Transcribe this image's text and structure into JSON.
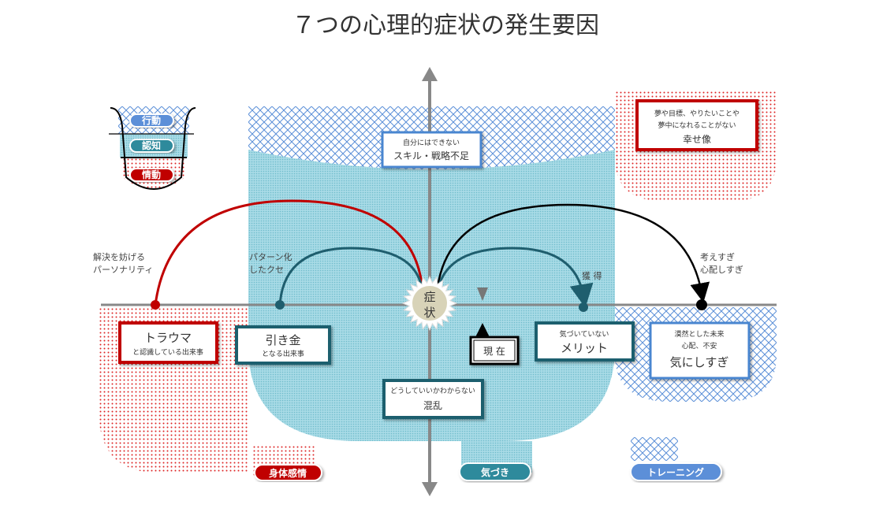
{
  "title": "７つの心理的症状の発生要因",
  "legend_cup": {
    "behavior": "行動",
    "cognition": "認知",
    "emotion": "情動"
  },
  "boxes": {
    "skill": {
      "sub": "自分にはできない",
      "main": "スキル・戦略不足"
    },
    "happiness": {
      "sub1": "夢や目標、やりたいことや",
      "sub2": "夢中になれることがない",
      "main": "幸せ像"
    },
    "trauma": {
      "main": "トラウマ",
      "sub": "と認識している出来事"
    },
    "trigger": {
      "main": "引き金",
      "sub": "となる出来事"
    },
    "merit": {
      "sub": "気づいていない",
      "main": "メリット"
    },
    "worry": {
      "sub1": "漠然とした未来",
      "sub2": "心配、不安",
      "main": "気にしすぎ"
    },
    "confusion": {
      "sub": "どうしていいかわからない",
      "main": "混乱"
    },
    "present": {
      "main": "現 在"
    }
  },
  "center": {
    "line1": "症",
    "line2": "状"
  },
  "labels": {
    "personality1": "解決を妨げる",
    "personality2": "パーソナリティ",
    "pattern1": "パターン化",
    "pattern2": "したクセ",
    "gain": "獲 得",
    "overthink1": "考えすぎ",
    "overthink2": "心配しすぎ"
  },
  "pills": {
    "body": "身体感情",
    "awareness": "気づき",
    "training": "トレーニング"
  },
  "colors": {
    "red": "#c00000",
    "teal": "#1f5e6e",
    "blue": "#4a86d0",
    "lightblue": "#8fcfdc"
  }
}
